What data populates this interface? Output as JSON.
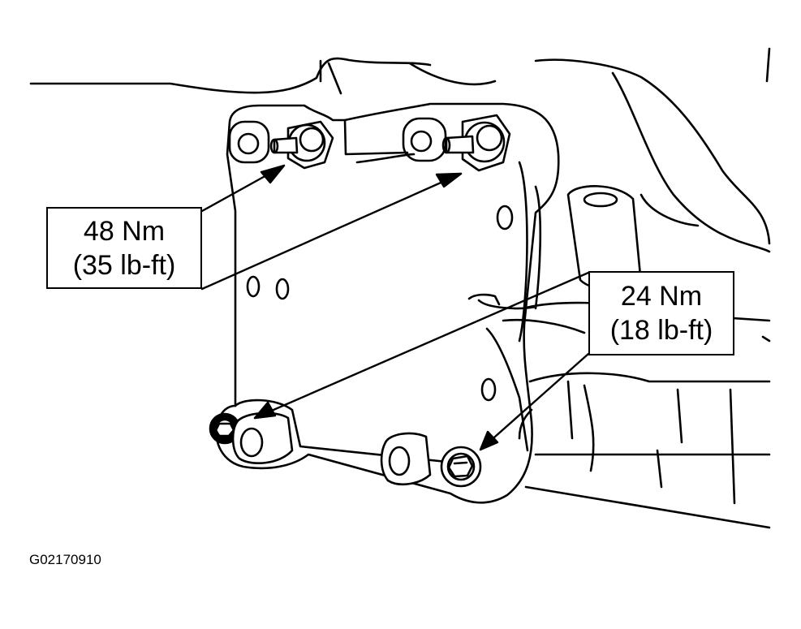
{
  "figure_id": "G02170910",
  "callouts": {
    "upper_bolts": {
      "torque_metric": "48 Nm",
      "torque_imperial": "(35 lb-ft)"
    },
    "lower_bolts": {
      "torque_metric": "24 Nm",
      "torque_imperial": "(18 lb-ft)"
    }
  },
  "style": {
    "line_color": "#000000",
    "background": "#ffffff"
  }
}
